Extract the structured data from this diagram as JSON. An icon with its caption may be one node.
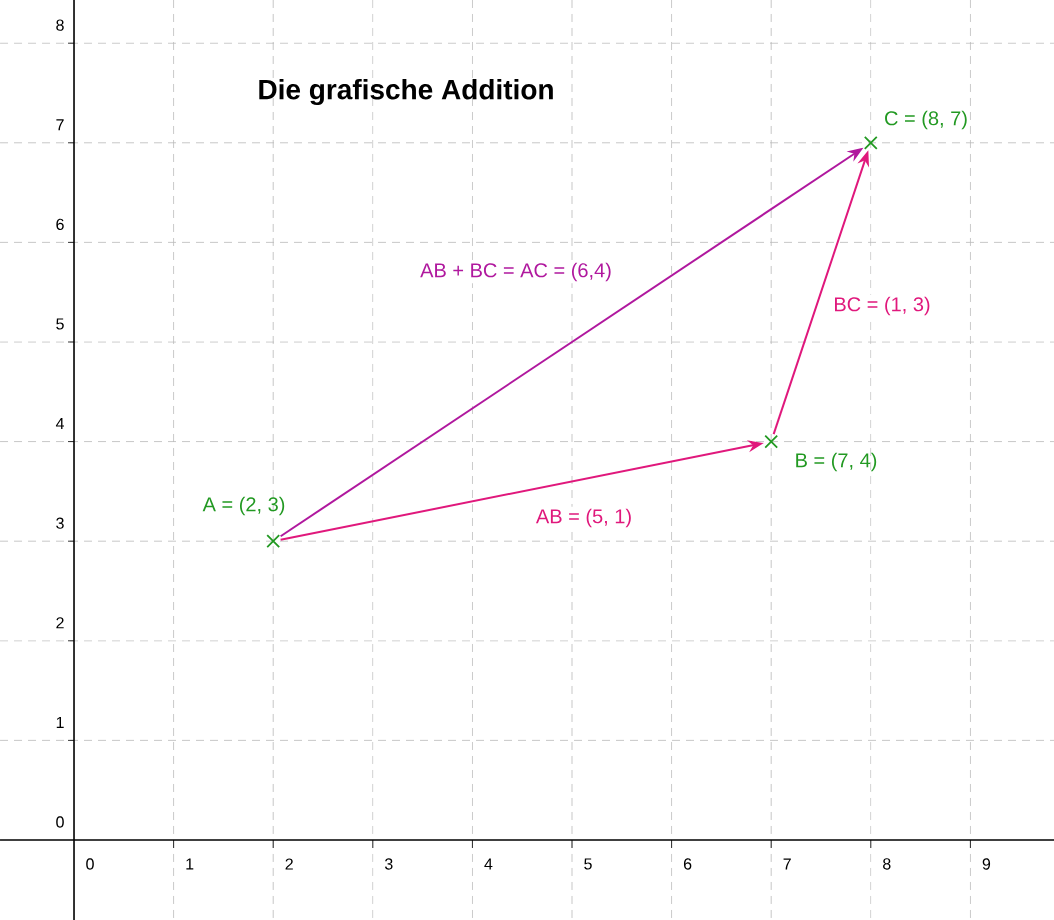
{
  "diagram": {
    "title": "Die grafische Addition",
    "nodes": [
      {
        "text": [],
        "shape": "cross",
        "beside": [
          "A = (2, 3)"
        ]
      },
      {
        "text": [],
        "shape": "cross",
        "beside": [
          "B = (7, 4)"
        ]
      },
      {
        "text": [],
        "shape": "cross",
        "beside": [
          "C = (8, 7)"
        ]
      }
    ],
    "edges": [
      {
        "from": 0,
        "to": 1,
        "arrow": "to",
        "label": "AB = (5, 1)"
      },
      {
        "from": 1,
        "to": 2,
        "arrow": "to",
        "label": "BC = (1, 3)"
      },
      {
        "from": 0,
        "to": 2,
        "arrow": "to",
        "label": "AB + BC = AC = (6,4)",
        "color": "#b0189e"
      }
    ],
    "labels": [
      "8",
      "7",
      "6",
      "5",
      "4",
      "3",
      "2",
      "1",
      "0",
      "0",
      "1",
      "2",
      "3",
      "4",
      "5",
      "6",
      "7",
      "8",
      "9"
    ]
  }
}
